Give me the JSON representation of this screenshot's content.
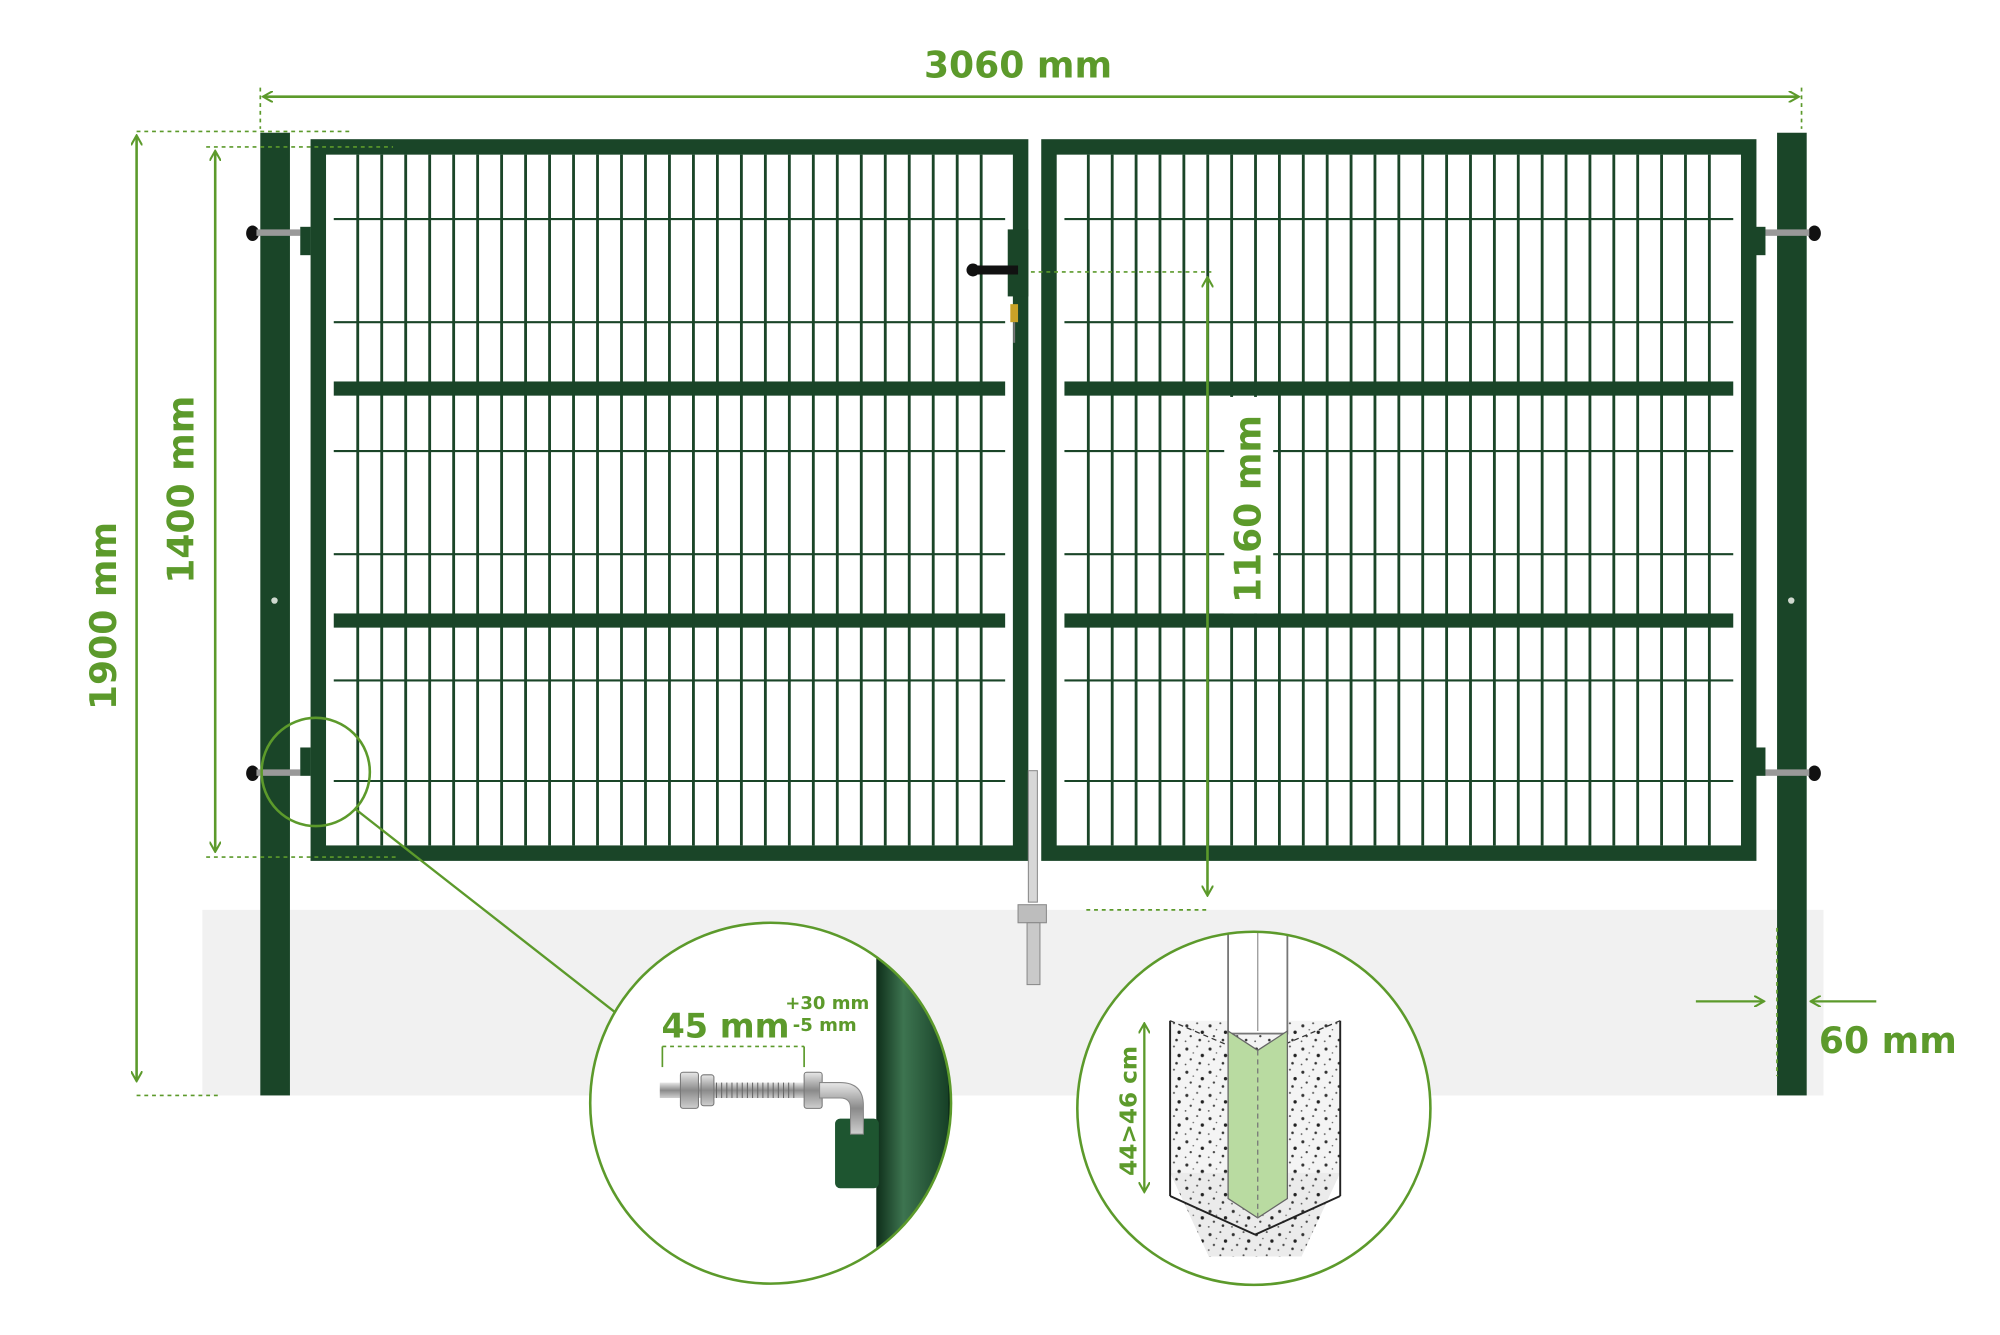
{
  "dimensions": {
    "total_width": "3060 mm",
    "post_height": "1900 mm",
    "gate_height": "1400 mm",
    "handle_height": "1160 mm",
    "post_width": "60 mm",
    "hinge_length": "45 mm",
    "hinge_tolerance_plus": "+30 mm",
    "hinge_tolerance_minus": "-5 mm",
    "foundation_depth": "44>46 cm"
  },
  "colors": {
    "accent": "#5c9a2b",
    "frame": "#1a4528",
    "ground": "#f1f1f1",
    "concrete_fill": "#b9dba1"
  }
}
